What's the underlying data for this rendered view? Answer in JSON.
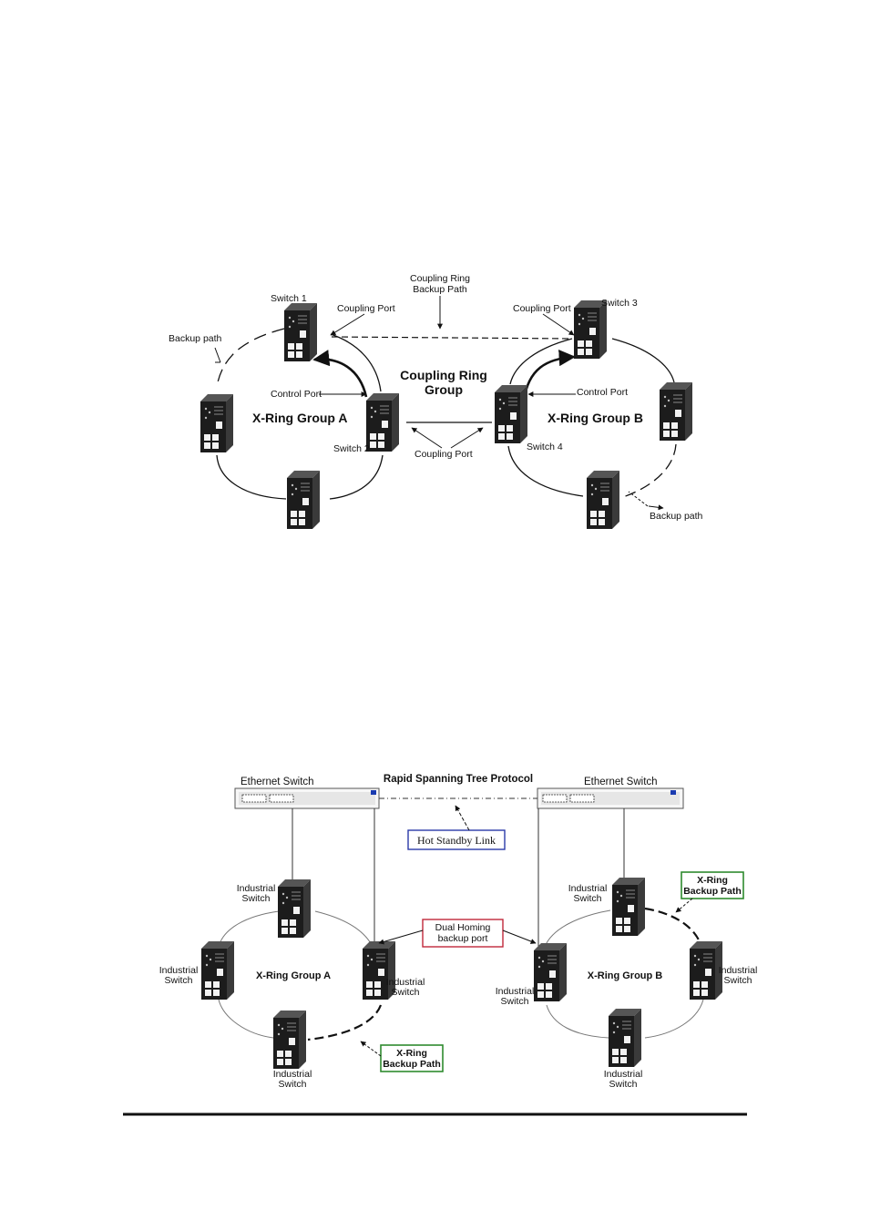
{
  "diagram1": {
    "switch1": "Switch 1",
    "switch2": "Switch 2",
    "switch3": "Switch 3",
    "switch4": "Switch 4",
    "coupling_ring_backup_line1": "Coupling Ring",
    "coupling_ring_backup_line2": "Backup Path",
    "coupling_port_a": "Coupling Port",
    "coupling_port_b": "Coupling Port",
    "coupling_port_mid": "Coupling Port",
    "backup_path_left": "Backup path",
    "backup_path_right": "Backup path",
    "control_port_a": "Control Port",
    "control_port_b": "Control Port",
    "coupling_group_line1": "Coupling Ring",
    "coupling_group_line2": "Group",
    "group_a": "X-Ring Group A",
    "group_b": "X-Ring Group B"
  },
  "diagram2": {
    "eth_switch_left": "Ethernet Switch",
    "eth_switch_right": "Ethernet Switch",
    "rstp": "Rapid Spanning Tree Protocol",
    "hot_standby": "Hot Standby Link",
    "dual_homing_line1": "Dual Homing",
    "dual_homing_line2": "backup port",
    "xring_backup_left_line1": "X-Ring",
    "xring_backup_left_line2": "Backup Path",
    "xring_backup_right_line1": "X-Ring",
    "xring_backup_right_line2": "Backup Path",
    "group_a": "X-Ring Group A",
    "group_b": "X-Ring Group B",
    "industrial": "Industrial",
    "switch": "Switch"
  },
  "colors": {
    "hot_standby_border": "#2b3aa8",
    "dual_homing_border": "#c0283a",
    "xring_backup_border": "#2f8a2f"
  },
  "icons": [
    "industrial-switch-icon",
    "ethernet-switch-icon"
  ]
}
